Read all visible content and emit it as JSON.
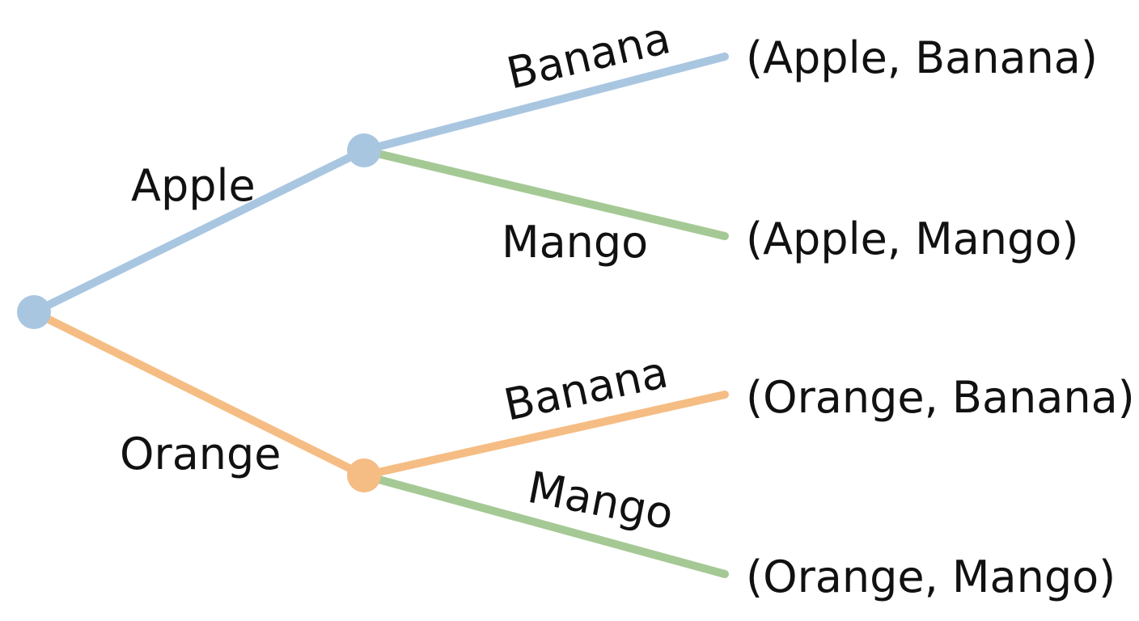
{
  "colors": {
    "apple": "#a9c6e1",
    "orange": "#f5bd84",
    "mango": "#a5c995",
    "banana_after_apple": "#a9c6e1",
    "banana_after_orange": "#f5bd84",
    "text": "#111111"
  },
  "first_choice": {
    "apple_label": "Apple",
    "orange_label": "Orange"
  },
  "second_choice": {
    "apple_banana_label": "Banana",
    "apple_mango_label": "Mango",
    "orange_banana_label": "Banana",
    "orange_mango_label": "Mango"
  },
  "outcomes": [
    "(Apple, Banana)",
    "(Apple, Mango)",
    "(Orange, Banana)",
    "(Orange, Mango)"
  ]
}
